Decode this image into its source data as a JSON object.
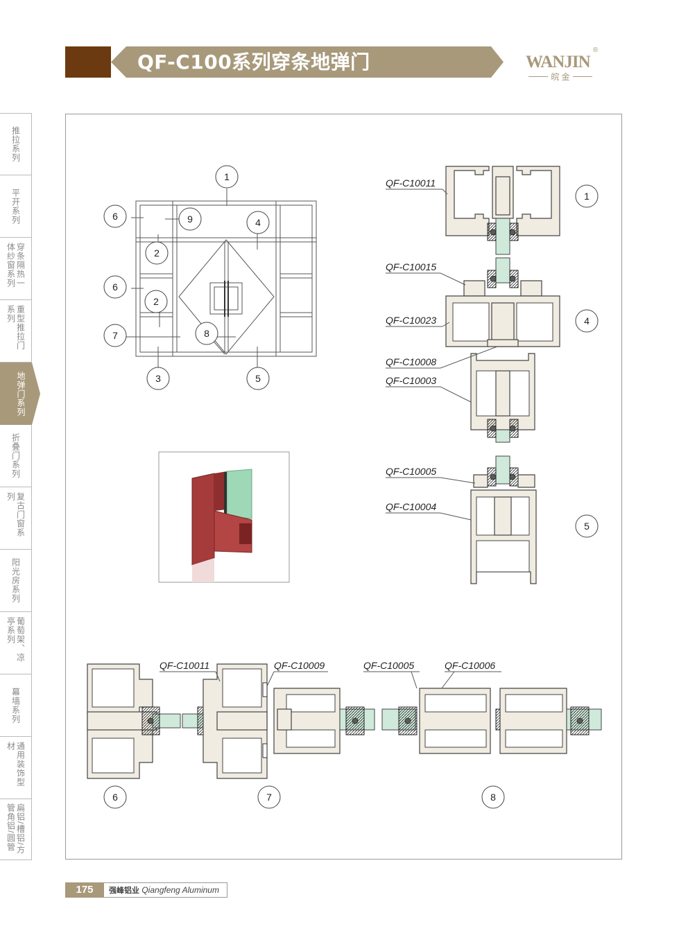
{
  "header": {
    "title": "QF-C100系列穿条地弹门"
  },
  "logo": {
    "brand": "WANJIN",
    "sub": "皖 金",
    "reg": "®"
  },
  "sidebar": {
    "tabs": [
      {
        "label": "推拉系列"
      },
      {
        "label": "平开系列"
      },
      {
        "label": "穿条隔热一体纱窗系列"
      },
      {
        "label": "重型推拉门系列"
      },
      {
        "label": "地弹门系列",
        "active": true
      },
      {
        "label": "折叠门系列"
      },
      {
        "label": "复古门窗系列"
      },
      {
        "label": "阳光房系列"
      },
      {
        "label": "葡萄架、凉亭系列"
      },
      {
        "label": "幕墙系列"
      },
      {
        "label": "通用装饰型材"
      },
      {
        "label": "扁铝/槽铝/方管角铝/圆管"
      }
    ]
  },
  "elevation": {
    "callouts": [
      "1",
      "2",
      "2",
      "3",
      "4",
      "5",
      "6",
      "6",
      "7",
      "8",
      "9"
    ]
  },
  "sections_right": {
    "callouts": [
      "1",
      "4",
      "5"
    ],
    "labels": [
      "QF-C10011",
      "QF-C10015",
      "QF-C10023",
      "QF-C10008",
      "QF-C10003",
      "QF-C10005",
      "QF-C10004"
    ]
  },
  "sections_bottom": {
    "callouts": [
      "6",
      "7",
      "8"
    ],
    "labels": [
      "QF-C10011",
      "QF-C10009",
      "QF-C10005",
      "QF-C10006"
    ]
  },
  "footer": {
    "page": "175",
    "company_cn": "强峰铝业",
    "company_en": "Qiangfeng Aluminum"
  },
  "colors": {
    "accent": "#a8997b",
    "dark": "#6b3a10",
    "profile": "#f1ece2",
    "glass": "#9fd8b6",
    "frame_red": "#a63b3b"
  }
}
